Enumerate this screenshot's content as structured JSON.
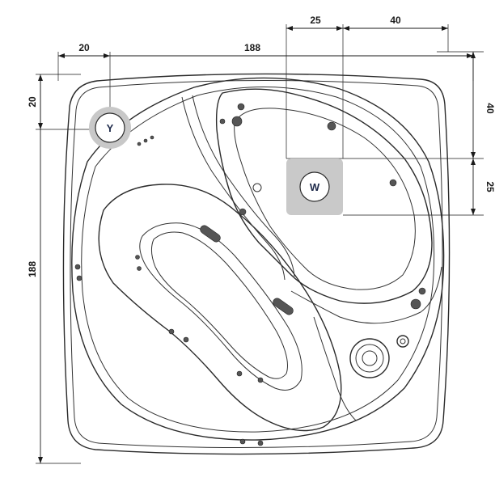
{
  "dimensions": {
    "overall_width": "188",
    "overall_height": "188",
    "y_offset_x": "20",
    "y_offset_y": "20",
    "w_offset_x": "25",
    "w_span_x": "40",
    "w_offset_y": "40",
    "w_span_y": "25"
  },
  "markers": {
    "y_label": "Y",
    "w_label": "W"
  },
  "colors": {
    "line": "#2b2b2b",
    "marker_ring": "#c8c8c8",
    "marker_fill": "#ffffff",
    "marker_square": "#c9c9c9",
    "marker_text": "#1e2a4a"
  }
}
